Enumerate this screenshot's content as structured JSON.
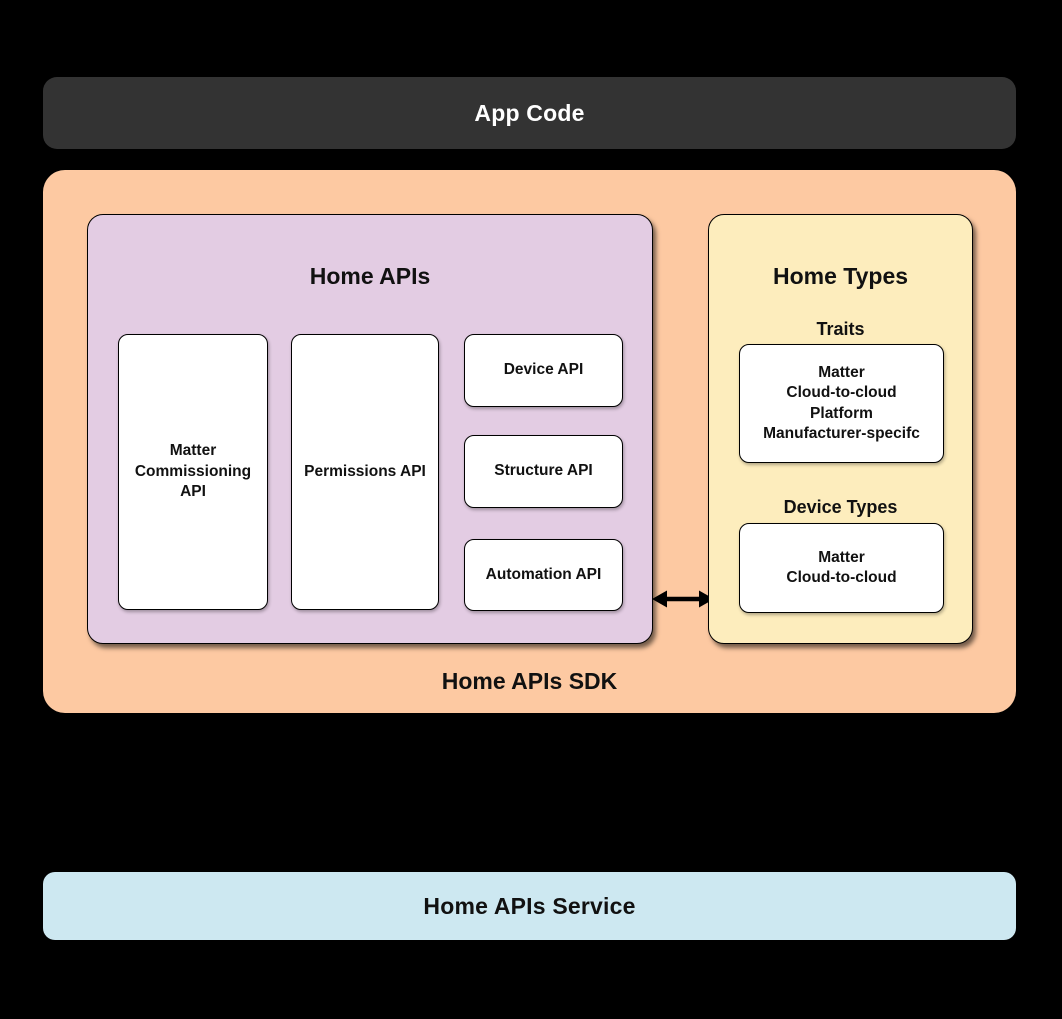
{
  "app_code": {
    "label": "App Code"
  },
  "sdk": {
    "label": "Home APIs SDK",
    "home_apis": {
      "title": "Home APIs",
      "matter_commissioning_api": "Matter Commissioning API",
      "permissions_api": "Permissions API",
      "device_api": "Device API",
      "structure_api": "Structure API",
      "automation_api": "Automation API"
    },
    "home_types": {
      "title": "Home Types",
      "traits_heading": "Traits",
      "traits_items": "Matter\nCloud-to-cloud\nPlatform\nManufacturer-specifc",
      "device_types_heading": "Device Types",
      "device_types_items": "Matter\nCloud-to-cloud"
    }
  },
  "service": {
    "label": "Home APIs Service"
  },
  "colors": {
    "background": "#000000",
    "app_code_bg": "#333333",
    "app_code_text": "#ffffff",
    "sdk_bg": "#fdc9a2",
    "home_apis_bg": "#e3cce3",
    "home_types_bg": "#fdedbd",
    "card_bg": "#ffffff",
    "card_border": "#000000",
    "service_bg": "#cde8f1",
    "text": "#111111"
  }
}
